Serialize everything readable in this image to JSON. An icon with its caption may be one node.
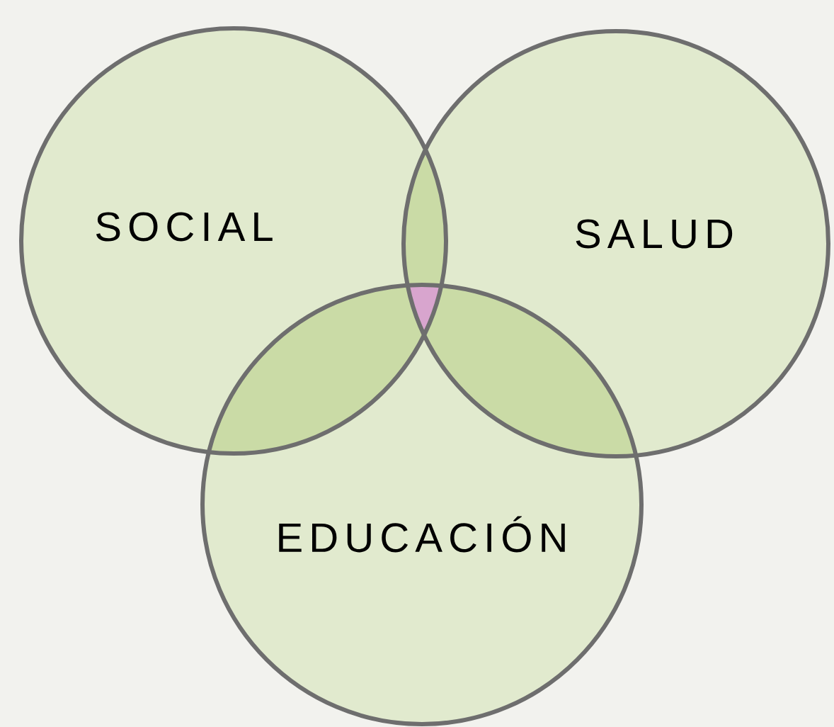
{
  "diagram": {
    "nodes": [
      {
        "text": [
          "SOCIAL"
        ]
      },
      {
        "text": [
          "SALUD"
        ]
      },
      {
        "text": [
          "EDUCACIÓN"
        ]
      }
    ]
  }
}
